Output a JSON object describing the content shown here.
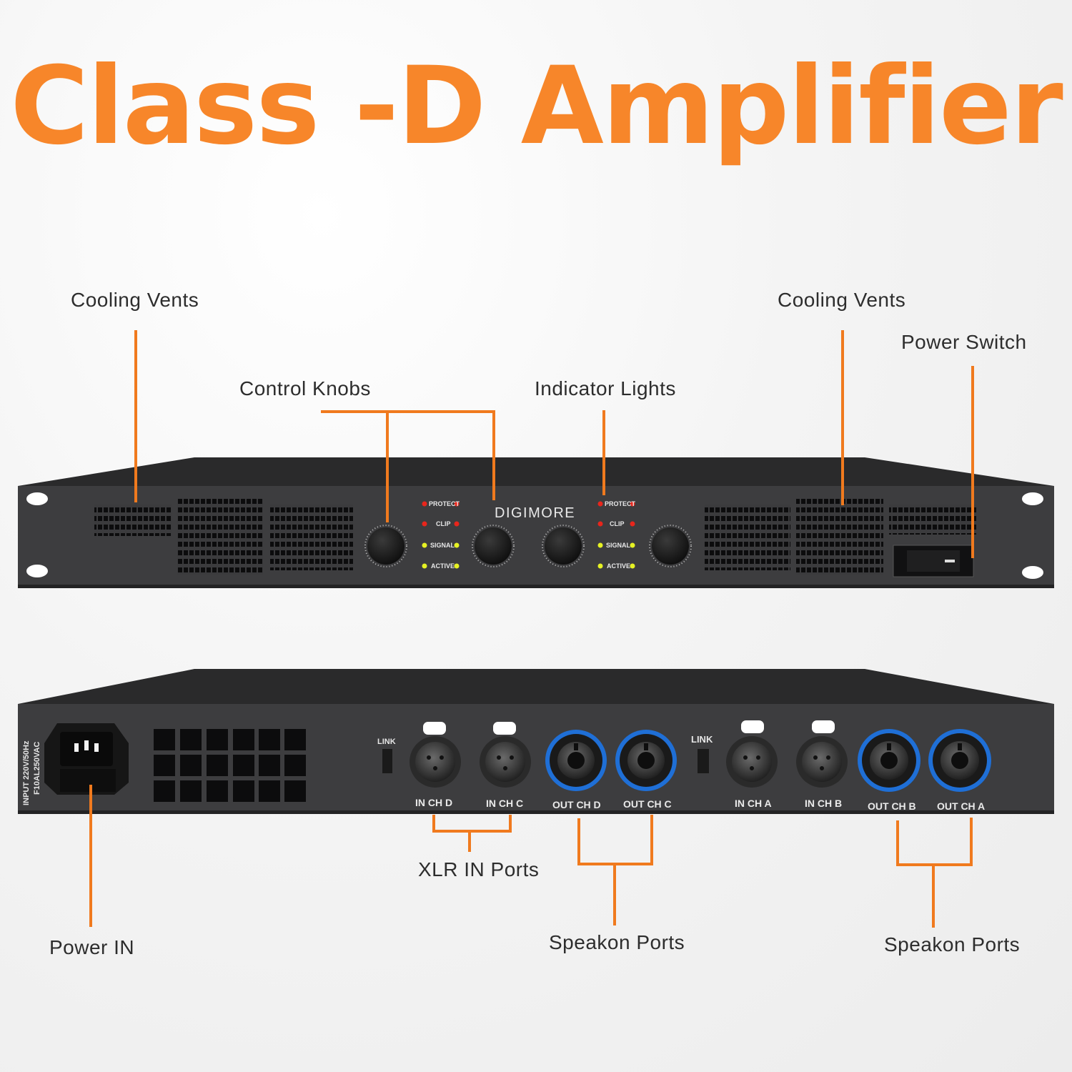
{
  "title": "Class -D Amplifier",
  "callouts": {
    "cooling_vents_left": "Cooling Vents",
    "cooling_vents_right": "Cooling Vents",
    "power_switch": "Power Switch",
    "control_knobs": "Control Knobs",
    "indicator_lights": "Indicator Lights",
    "xlr_in_ports": "XLR IN Ports",
    "power_in": "Power IN",
    "speakon_ports_center": "Speakon Ports",
    "speakon_ports_right": "Speakon Ports"
  },
  "front_panel": {
    "brand": "DIGIMORE",
    "indicators": [
      "PROTECT",
      "CLIP",
      "SIGNAL",
      "ACTIVE"
    ]
  },
  "rear_panel": {
    "power_spec_line1": "INPUT 220V/50Hz",
    "power_spec_line2": "F10AL250VAC",
    "link_label": "LINK",
    "ports": [
      "IN CH D",
      "IN CH C",
      "OUT CH D",
      "OUT CH C",
      "IN CH A",
      "IN CH B",
      "OUT CH B",
      "OUT CH A"
    ]
  },
  "colors": {
    "accent": "#f7862a",
    "callout_line": "#f07a1e",
    "chassis": "#3a3a3c",
    "speakon_ring": "#1f6fd6",
    "led_red": "#e8261c",
    "led_yellow": "#e6f224"
  }
}
